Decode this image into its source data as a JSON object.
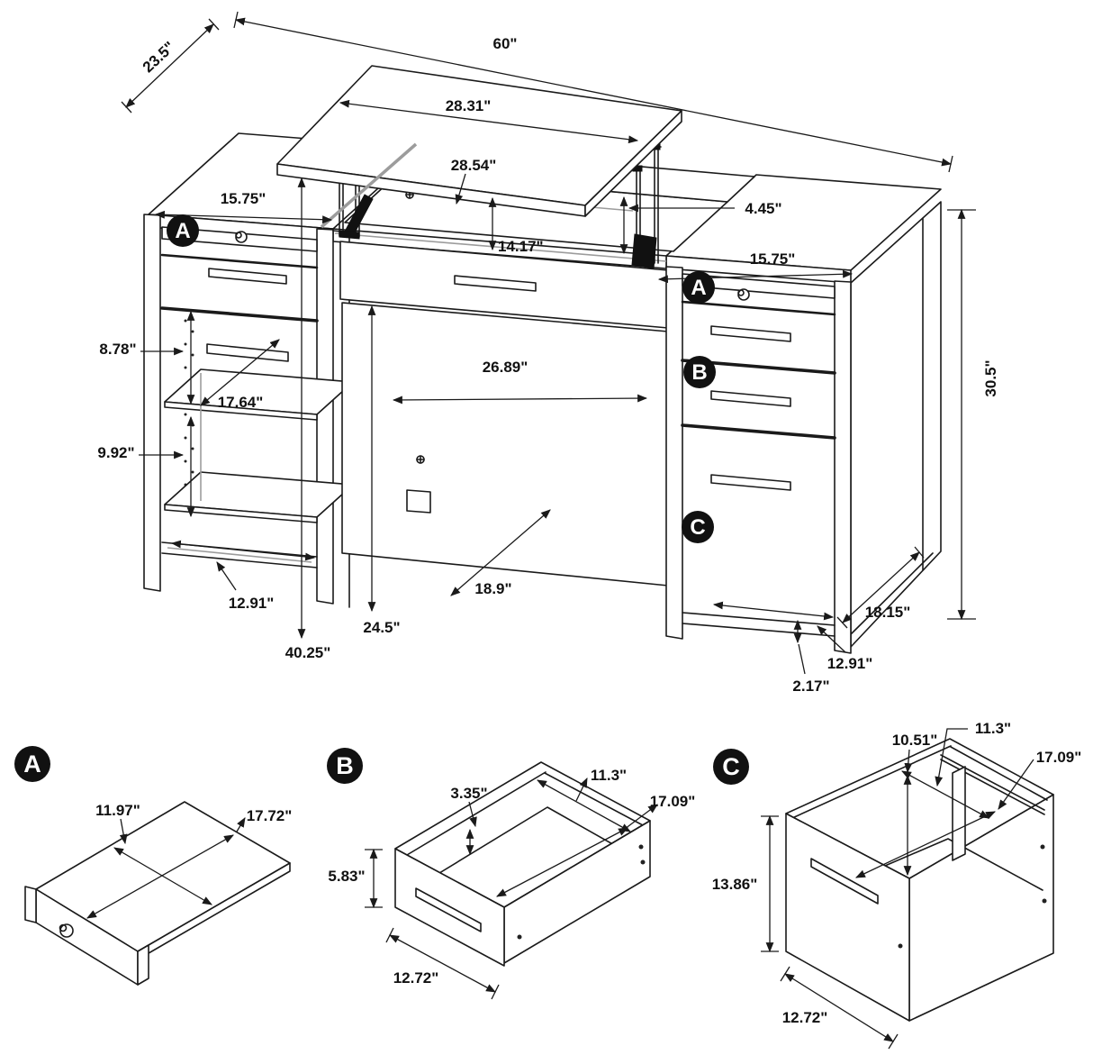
{
  "diagram_title": "lift-top computer desk dimension diagram",
  "colors": {
    "line": "#1a1a1a",
    "gray": "#9c9c9c",
    "badge_fill": "#111111",
    "background": "#ffffff"
  },
  "main_view": {
    "badges": {
      "left_tray": "A",
      "right_tray": "A",
      "middle_drawer": "B",
      "file_drawer": "C"
    },
    "dims": {
      "overall_width": "60\"",
      "overall_depth": "23.5\"",
      "overall_height": "30.5\"",
      "lift_top_width": "28.31\"",
      "lift_opening_width": "28.54\"",
      "lift_opening_depth": "14.17\"",
      "left_top_width": "15.75\"",
      "right_top_width": "15.75\"",
      "lift_clearance": "4.45\"",
      "shelf_gap_upper": "8.78\"",
      "shelf_diagonal": "17.64\"",
      "shelf_gap_lower": "9.92\"",
      "left_pedestal_width": "12.91\"",
      "lift_top_height": "40.25\"",
      "knee_space_height": "24.5\"",
      "knee_space_width": "26.89\"",
      "knee_space_depth": "18.9\"",
      "side_depth": "18.15\"",
      "right_pedestal_width": "12.91\"",
      "toe_kick_height": "2.17\""
    }
  },
  "detail_a": {
    "badge": "A",
    "dims": {
      "tray_depth": "11.97\"",
      "tray_diagonal": "17.72\""
    }
  },
  "detail_b": {
    "badge": "B",
    "dims": {
      "side_height": "3.35\"",
      "inner_width": "11.3\"",
      "inner_depth": "17.09\"",
      "front_height": "5.83\"",
      "front_width": "12.72\""
    }
  },
  "detail_c": {
    "badge": "C",
    "dims": {
      "inner_height": "10.51\"",
      "inner_width": "11.3\"",
      "inner_depth": "17.09\"",
      "front_height": "13.86\"",
      "front_width": "12.72\""
    }
  }
}
